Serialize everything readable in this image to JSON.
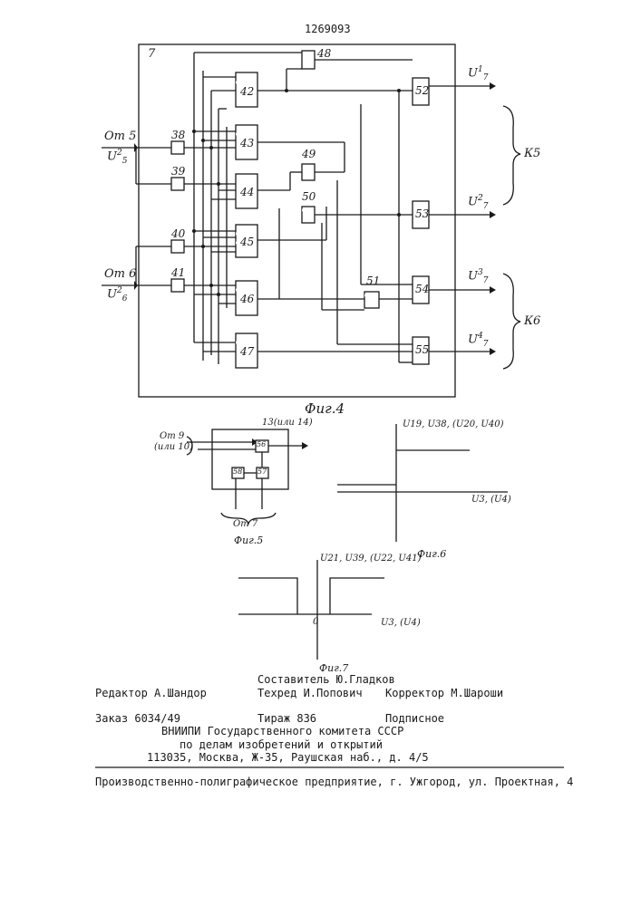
{
  "header": {
    "patent_number": "1269093"
  },
  "fig4": {
    "caption": "Фиг.4",
    "frame_label": "7",
    "inputs": [
      {
        "from": "От 5",
        "signal": "U",
        "sup": "2",
        "sub": "5"
      },
      {
        "from": "От 6",
        "signal": "U",
        "sup": "2",
        "sub": "6"
      }
    ],
    "outputs": [
      {
        "signal": "U",
        "sup": "1",
        "sub": "7"
      },
      {
        "signal": "U",
        "sup": "2",
        "sub": "7"
      },
      {
        "signal": "U",
        "sup": "3",
        "sub": "7"
      },
      {
        "signal": "U",
        "sup": "4",
        "sub": "7"
      }
    ],
    "groups": [
      "К5",
      "К6"
    ],
    "blocks": [
      "38",
      "39",
      "40",
      "41",
      "42",
      "43",
      "44",
      "45",
      "46",
      "47",
      "48",
      "49",
      "50",
      "51",
      "52",
      "53",
      "54",
      "55"
    ]
  },
  "fig5": {
    "caption": "Фиг.5",
    "from_top": "От 9",
    "from_top_alt": "(или 10)",
    "frame_label": "13(или 14)",
    "from_bottom": "От 7",
    "blocks": [
      "56",
      "57",
      "58"
    ]
  },
  "fig6": {
    "caption": "Фиг.6",
    "y_label": "U19, U38, (U20, U40)",
    "x_label": "U3, (U4)"
  },
  "fig7": {
    "caption": "Фиг.7",
    "y_label": "U21, U39, (U22, U41)",
    "x_label": "U3, (U4)",
    "origin": "0"
  },
  "footer": {
    "compiler": "Составитель Ю.Гладков",
    "editor": "Редактор А.Шандор",
    "techred": "Техред И.Попович",
    "corrector": "Корректор М.Шароши",
    "order": "Заказ 6034/49",
    "circulation": "Тираж 836",
    "subscription": "Подписное",
    "org_line1": "ВНИИПИ Государственного комитета СССР",
    "org_line2": "по делам изобретений и открытий",
    "address": "113035, Москва, Ж-35, Раушская наб., д. 4/5",
    "printer": "Производственно-полиграфическое предприятие, г. Ужгород, ул. Проектная, 4"
  }
}
